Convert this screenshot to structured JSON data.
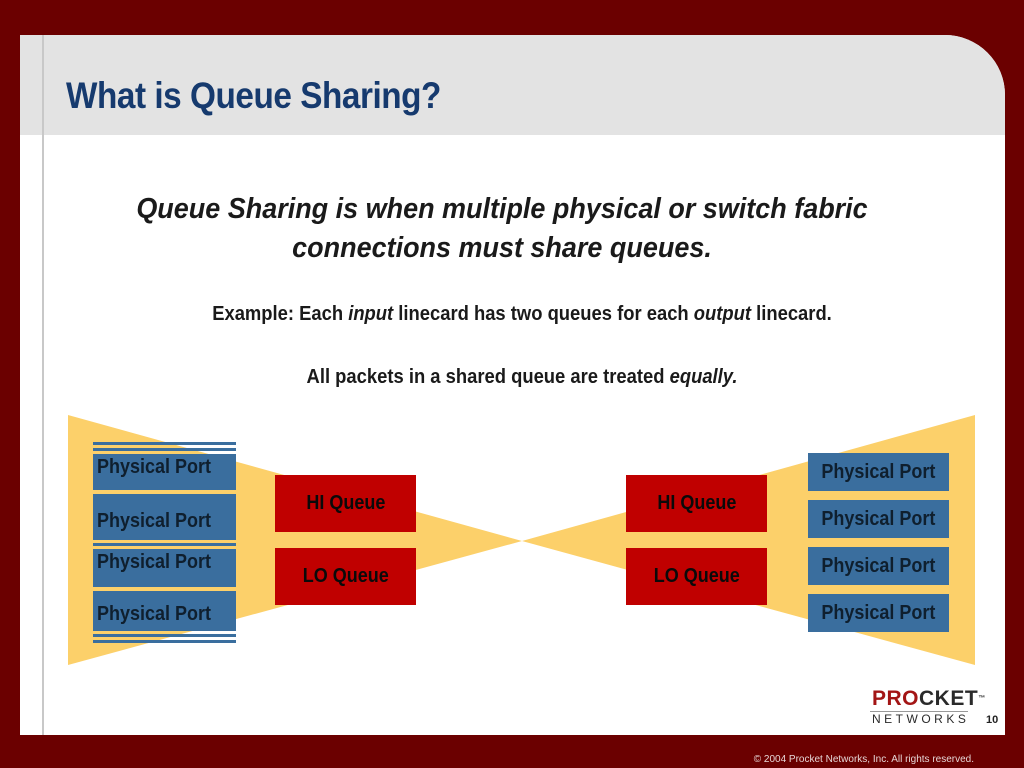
{
  "slide": {
    "title": "What is Queue Sharing?",
    "lead_line1": "Queue Sharing is when multiple physical or switch fabric",
    "lead_line2": "connections must share queues.",
    "example": {
      "prefix": "Example: Each ",
      "em1": "input",
      "middle": " linecard has two queues for each ",
      "em2": "output",
      "suffix": " linecard."
    },
    "equality": {
      "prefix": "All packets in a shared queue are treated ",
      "em": "equally."
    }
  },
  "diagram": {
    "funnel_color": "#fcd06a",
    "queue_color": "#c00000",
    "port_color": "#3a6e9e",
    "left_queues": {
      "hi": "HI Queue",
      "lo": "LO Queue"
    },
    "right_queues": {
      "hi": "HI Queue",
      "lo": "LO Queue"
    },
    "left_ports": [
      "Physical Port",
      "Physical Port",
      "Physical Port",
      "Physical Port"
    ],
    "right_ports": [
      "Physical Port",
      "Physical Port",
      "Physical Port",
      "Physical Port"
    ]
  },
  "footer": {
    "logo_pro": "PRO",
    "logo_cket": "CKET",
    "logo_tm": "™",
    "logo_sub": "NETWORKS",
    "page_number": "10",
    "copyright": "© 2004 Procket Networks, Inc. All rights reserved."
  },
  "colors": {
    "frame": "#6b0000",
    "title": "#163a6e",
    "brand_red": "#a31515"
  }
}
